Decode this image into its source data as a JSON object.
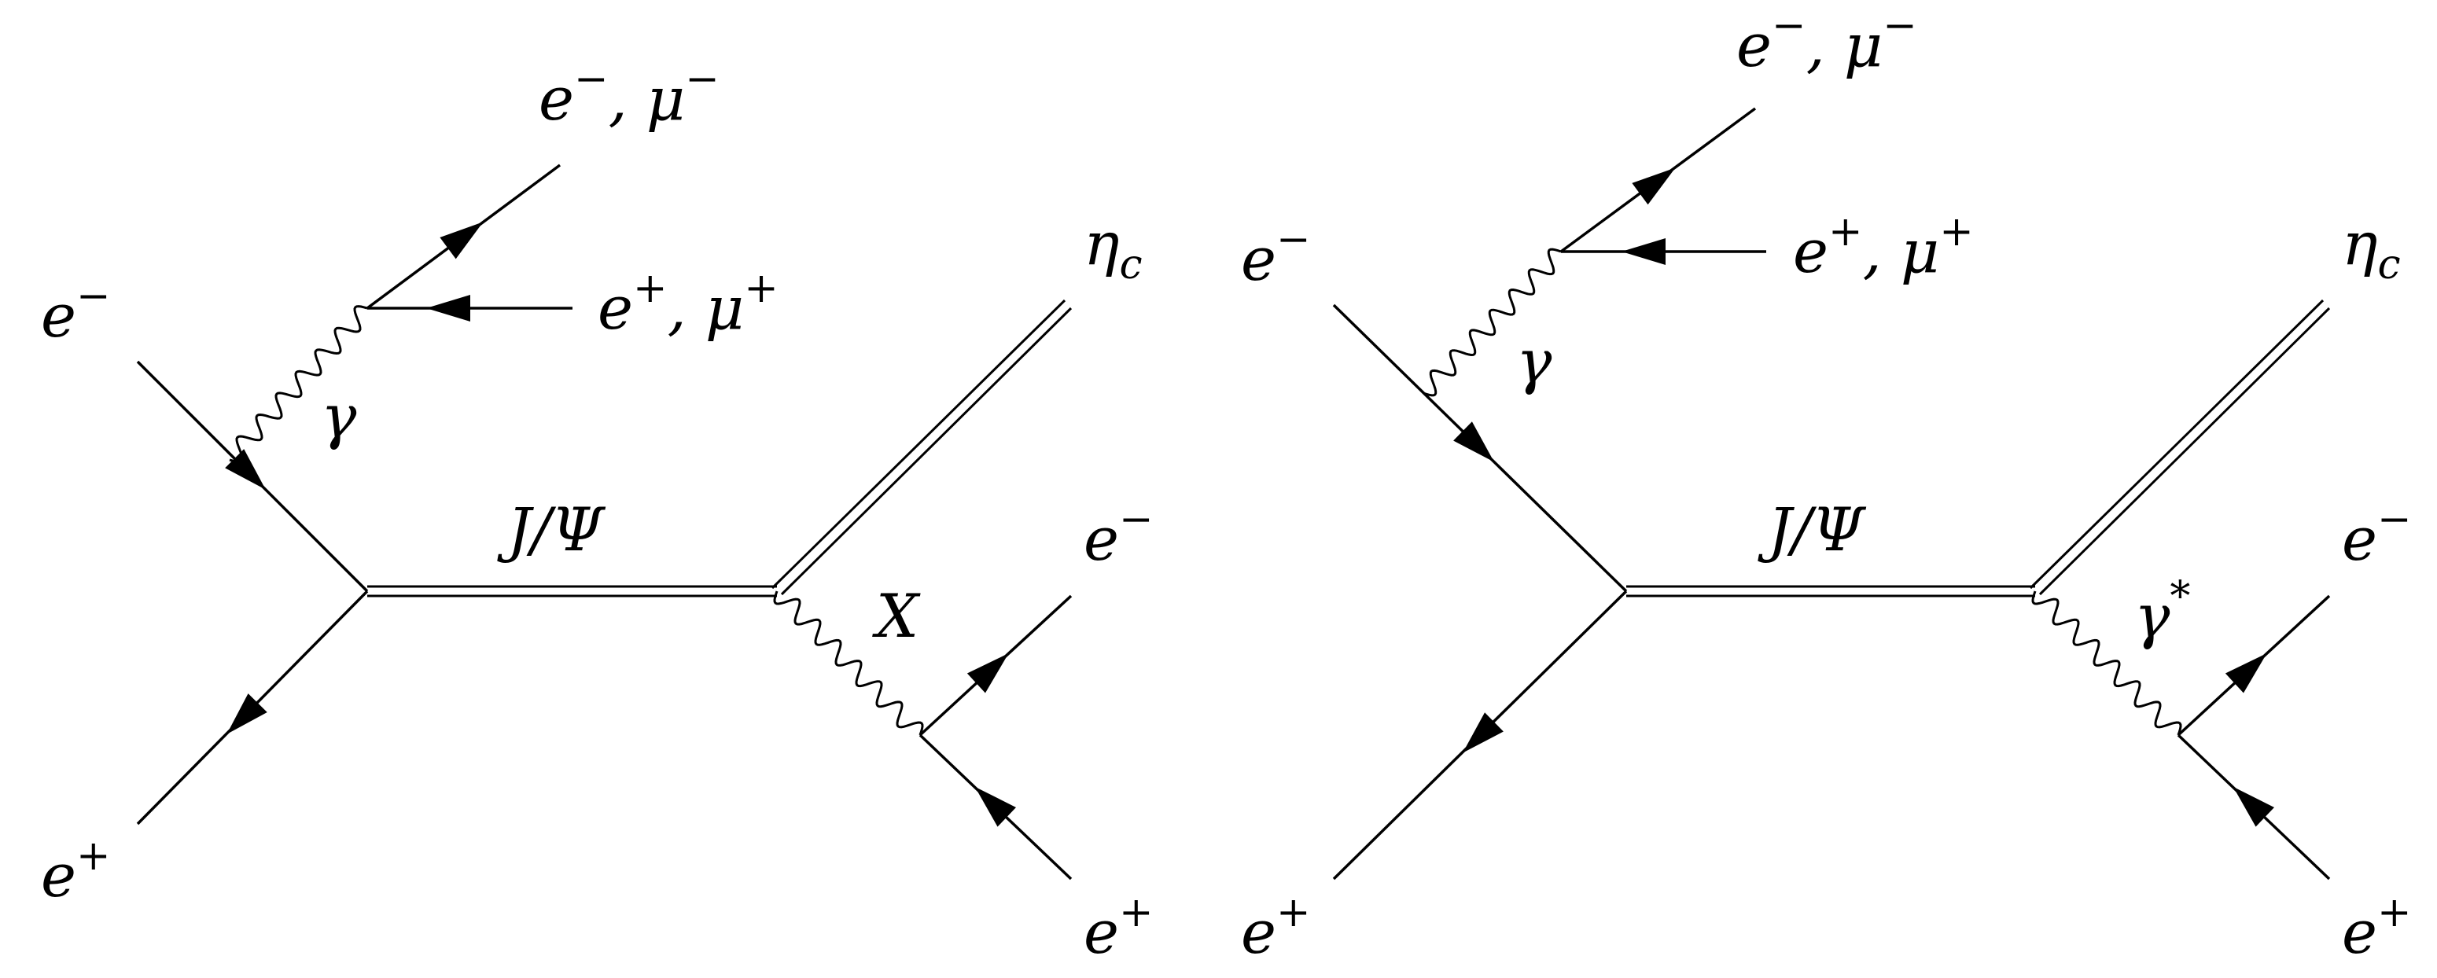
{
  "colors": {
    "line": "#000000",
    "background": "#ffffff"
  },
  "diagrams": [
    {
      "labels": {
        "e_minus_in": {
          "base": "e",
          "sup": "−"
        },
        "e_plus_in": {
          "base": "e",
          "sup": "+"
        },
        "lepton_minus_out": {
          "base1": "e",
          "sup1": "−",
          "sep": ", ",
          "base2": "μ",
          "sup2": "−"
        },
        "lepton_plus_out": {
          "base1": "e",
          "sup1": "+",
          "sep": ", ",
          "base2": "μ",
          "sup2": "+"
        },
        "photon": {
          "base": "γ"
        },
        "resonance": {
          "text": "J/Ψ"
        },
        "eta_c": {
          "base": "η",
          "sub": "c"
        },
        "mediator": {
          "base": "X",
          "sup": ""
        },
        "e_minus_out": {
          "base": "e",
          "sup": "−"
        },
        "e_plus_out": {
          "base": "e",
          "sup": "+"
        }
      }
    },
    {
      "labels": {
        "e_minus_in": {
          "base": "e",
          "sup": "−"
        },
        "e_plus_in": {
          "base": "e",
          "sup": "+"
        },
        "lepton_minus_out": {
          "base1": "e",
          "sup1": "−",
          "sep": ", ",
          "base2": "μ",
          "sup2": "−"
        },
        "lepton_plus_out": {
          "base1": "e",
          "sup1": "+",
          "sep": ", ",
          "base2": "μ",
          "sup2": "+"
        },
        "photon": {
          "base": "γ"
        },
        "resonance": {
          "text": "J/Ψ"
        },
        "eta_c": {
          "base": "η",
          "sub": "c"
        },
        "mediator": {
          "base": "γ",
          "sup": "*"
        },
        "e_minus_out": {
          "base": "e",
          "sup": "−"
        },
        "e_plus_out": {
          "base": "e",
          "sup": "+"
        }
      }
    }
  ]
}
